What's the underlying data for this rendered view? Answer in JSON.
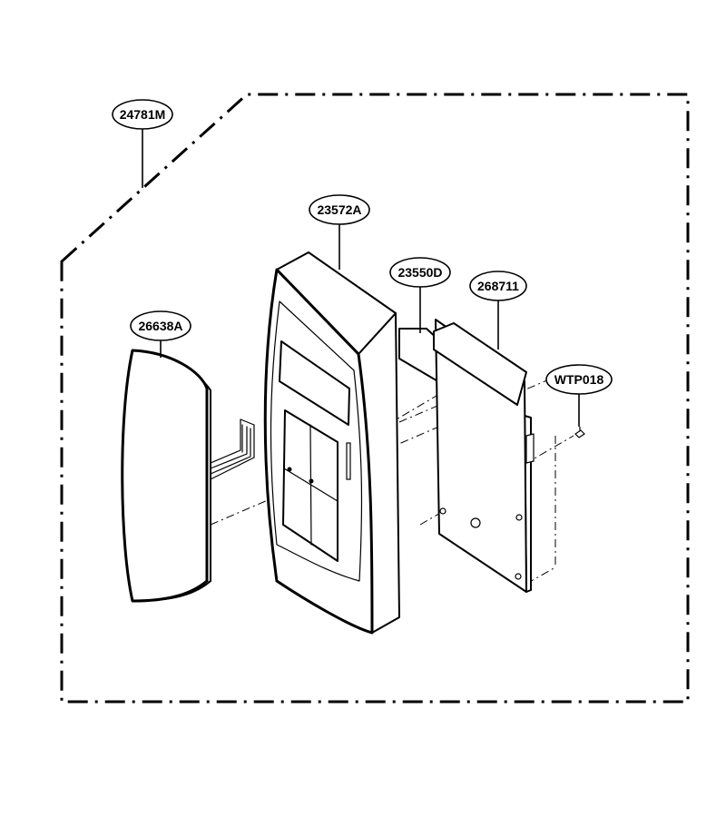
{
  "callouts": [
    {
      "id": "assembly",
      "text": "24781M"
    },
    {
      "id": "control-panel",
      "text": "23572A"
    },
    {
      "id": "sheet",
      "text": "23550D"
    },
    {
      "id": "pcb",
      "text": "268711"
    },
    {
      "id": "membrane-switch",
      "text": "26638A"
    },
    {
      "id": "screw",
      "text": "WTP018"
    }
  ],
  "colors": {
    "line": "#000000",
    "background": "#ffffff"
  }
}
